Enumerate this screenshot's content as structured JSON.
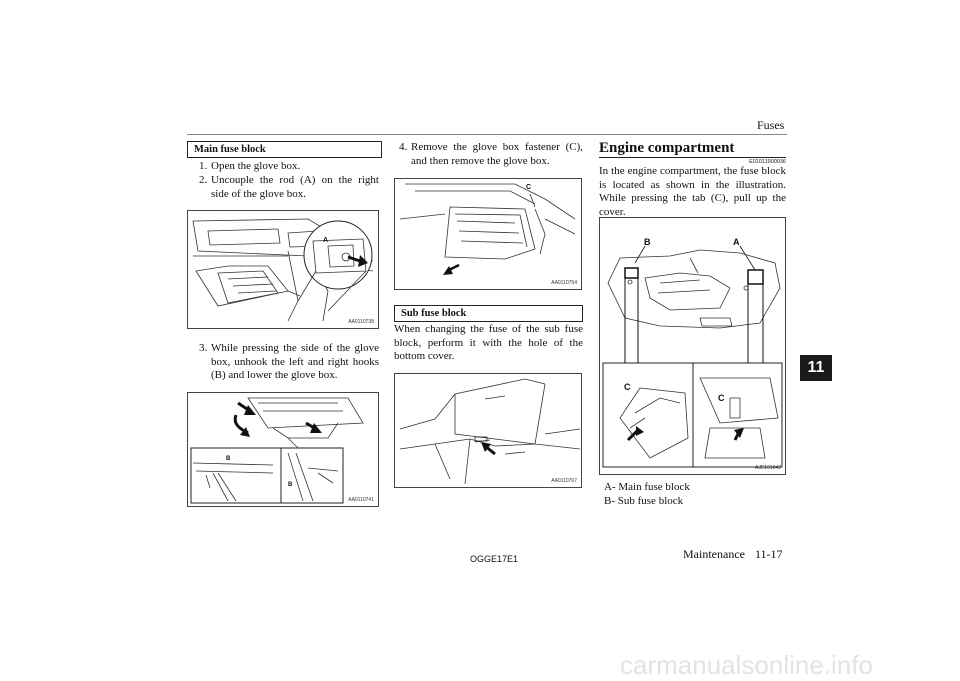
{
  "header": {
    "title": "Fuses"
  },
  "section_tab": "11",
  "col1": {
    "main_fuse_heading": "Main fuse block",
    "steps": [
      {
        "num": "1.",
        "text": "Open the glove box."
      },
      {
        "num": "2.",
        "text": "Uncouple the rod (A) on the right side of the glove box."
      },
      {
        "num": "3.",
        "text": "While pressing the side of the glove box, unhook the left and right hooks (B) and lower the glove box."
      }
    ],
    "figure1": {
      "code": "AA0110738",
      "label": "A"
    },
    "figure2": {
      "code": "AA0110741",
      "label_b1": "B",
      "label_b2": "B"
    }
  },
  "col2": {
    "step4": {
      "num": "4.",
      "text": "Remove the glove box fastener (C), and then remove the glove box."
    },
    "figure3": {
      "code": "AA0110754",
      "label": "C"
    },
    "sub_fuse_heading": "Sub fuse block",
    "sub_fuse_text": "When changing the fuse of the sub fuse block, perform it with the hole of the bottom cover.",
    "figure4": {
      "code": "AA0110767"
    }
  },
  "col3": {
    "heading": "Engine compartment",
    "code": "E01011900036",
    "text": "In the engine compartment, the fuse block is located as shown in the illustration. While pressing the tab (C), pull up the cover.",
    "figure5": {
      "code": "AJE101042",
      "label_a": "A",
      "label_b": "B",
      "label_c1": "C",
      "label_c2": "C"
    },
    "legend": [
      {
        "key": "A-",
        "value": "Main fuse block"
      },
      {
        "key": "B-",
        "value": "Sub fuse block"
      }
    ]
  },
  "footer": {
    "doc_code": "OGGE17E1",
    "section": "Maintenance",
    "page": "11-17"
  },
  "watermark": "carmanualsonline.info"
}
